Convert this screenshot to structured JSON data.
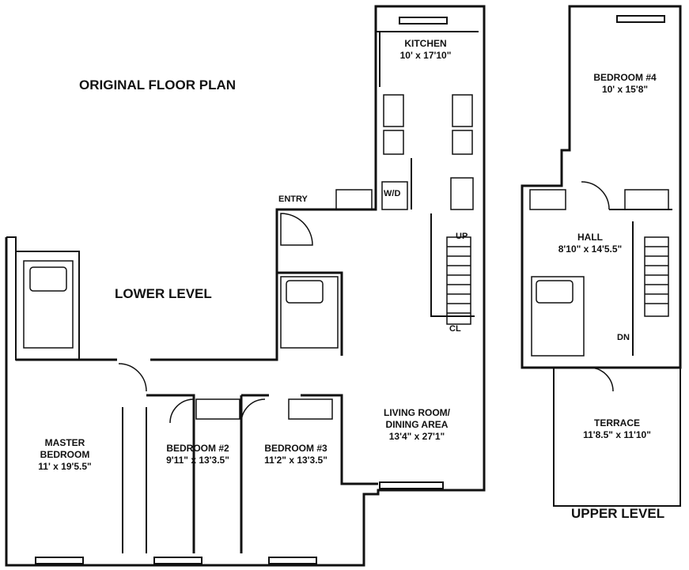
{
  "title": "ORIGINAL FLOOR PLAN",
  "levels": {
    "lower": "LOWER LEVEL",
    "upper": "UPPER LEVEL"
  },
  "rooms": {
    "kitchen": {
      "name": "KITCHEN",
      "size": "10' x 17'10\""
    },
    "living": {
      "name1": "LIVING ROOM/",
      "name2": "DINING AREA",
      "size": "13'4\" x 27'1\""
    },
    "master": {
      "name1": "MASTER",
      "name2": "BEDROOM",
      "size": "11' x 19'5.5\""
    },
    "bedroom2": {
      "name": "BEDROOM #2",
      "size": "9'11\" x 13'3.5\""
    },
    "bedroom3": {
      "name": "BEDROOM #3",
      "size": "11'2\" x 13'3.5\""
    },
    "bedroom4": {
      "name": "BEDROOM #4",
      "size": "10' x 15'8\""
    },
    "hall": {
      "name": "HALL",
      "size": "8'10\" x 14'5.5\""
    },
    "terrace": {
      "name": "TERRACE",
      "size": "11'8.5\" x 11'10\""
    }
  },
  "markers": {
    "entry": "ENTRY",
    "wd": "W/D",
    "up": "UP",
    "cl": "CL",
    "dn": "DN"
  }
}
